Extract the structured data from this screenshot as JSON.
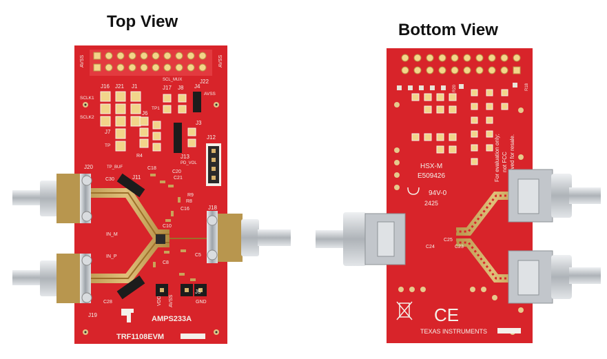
{
  "titles": {
    "top": "Top View",
    "bottom": "Bottom View"
  },
  "top_board": {
    "rail_left": "AVSS",
    "rail_right": "AVSS",
    "header_label": "J22",
    "sclk_mux": "SCL_MUX",
    "connector_top_left": "J20",
    "connector_bottom_left": "J19",
    "connector_right": "J18",
    "board_id": "AMPS233A",
    "product": "TRF1108EVM",
    "gnd": "GND",
    "jumper": "J5",
    "net_in_m": "IN_M",
    "net_in_p": "IN_P",
    "labels": [
      "J16",
      "J21",
      "J1",
      "SCLK1",
      "SCLK2",
      "J7",
      "TP",
      "J17",
      "J8",
      "J4",
      "AVSS",
      "TP1",
      "J6",
      "J3",
      "J12",
      "J11",
      "J13",
      "C18",
      "C20",
      "C21",
      "C30",
      "C16",
      "C10",
      "C5",
      "C28",
      "C8",
      "R4",
      "R9",
      "R8",
      "PD_VOL",
      "VDD",
      "AVSS",
      "TP_BUF"
    ]
  },
  "bottom_board": {
    "marking_1": "HSX-M",
    "marking_2": "E509426",
    "marking_3": "94V-0",
    "marking_4": "2425",
    "notice_1": "For evaluation only;",
    "notice_2": "not FCC",
    "notice_3": "approved for resale.",
    "ce_mark": "CE",
    "brand": "TEXAS INSTRUMENTS",
    "labels": [
      "C24",
      "C25",
      "C23",
      "R20",
      "R18"
    ]
  },
  "colors": {
    "pcb": "#d8242a",
    "pcb_dark": "#b51b20",
    "gold": "#d6b26a",
    "silkscreen": "#f4f1ea",
    "connector": "#c9ccd0"
  }
}
